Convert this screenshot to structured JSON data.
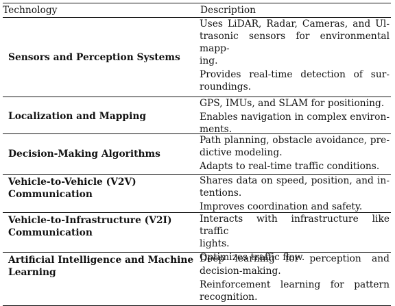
{
  "table": {
    "headers": {
      "technology": "Technology",
      "description": "Description"
    },
    "rows": [
      {
        "technology": [
          "Sensors and Perception Systems"
        ],
        "paragraphs": [
          [
            "Uses LiDAR, Radar, Cameras, and Ul-",
            "trasonic sensors for environmental mapp-",
            "ing."
          ],
          [
            "Provides real-time detection of sur-",
            "roundings."
          ]
        ]
      },
      {
        "technology": [
          "Localization and Mapping"
        ],
        "paragraphs": [
          [
            "GPS, IMUs, and SLAM for positioning."
          ],
          [
            "Enables navigation in complex environ-",
            "ments."
          ]
        ]
      },
      {
        "technology": [
          "Decision-Making Algorithms"
        ],
        "paragraphs": [
          [
            "Path planning, obstacle avoidance, pre-",
            "dictive modeling."
          ],
          [
            "Adapts to real-time traffic conditions."
          ]
        ]
      },
      {
        "technology": [
          "Vehicle-to-Vehicle (V2V)",
          "Communication"
        ],
        "paragraphs": [
          [
            "Shares data on speed, position, and in-",
            "tentions."
          ],
          [
            "Improves coordination and safety."
          ]
        ]
      },
      {
        "technology": [
          "Vehicle-to-Infrastructure (V2I)",
          "Communication"
        ],
        "paragraphs": [
          [
            "Interacts with infrastructure like traffic",
            "lights."
          ],
          [
            "Optimizes traffic flow."
          ]
        ]
      },
      {
        "technology": [
          "Artificial Intelligence and Machine",
          "Learning"
        ],
        "paragraphs": [
          [
            "Deep learning for perception and",
            "decision-making."
          ],
          [
            "Reinforcement learning for pattern",
            "recognition."
          ]
        ]
      }
    ]
  }
}
